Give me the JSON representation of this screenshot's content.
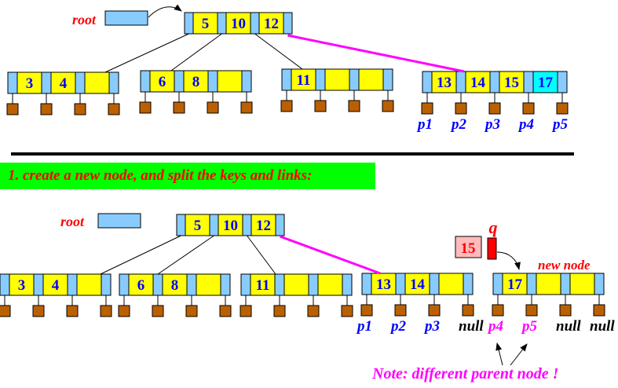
{
  "colors": {
    "pointer_slot": "#88ccff",
    "key_slot": "#ffff00",
    "highlight_key": "#00ffff",
    "child_box": "#bb6000",
    "parent_link": "#ff00ff",
    "label_red": "#ff0000",
    "label_blue": "#0000ff",
    "label_magenta": "#ff00ff",
    "banner_bg": "#00ff00",
    "promoted_key_bg": "#ffbbbb"
  },
  "before": {
    "root_label": "root",
    "root_node": {
      "keys": [
        "5",
        "10",
        "12"
      ]
    },
    "children": [
      {
        "keys": [
          "3",
          "4",
          ""
        ]
      },
      {
        "keys": [
          "6",
          "8",
          ""
        ]
      },
      {
        "keys": [
          "11",
          "",
          ""
        ]
      },
      {
        "keys": [
          "13",
          "14",
          "15",
          "17"
        ],
        "highlight_index": 3,
        "link_labels": [
          "p1",
          "p2",
          "p3",
          "p4",
          "p5"
        ]
      }
    ]
  },
  "banner": {
    "text": "1. create a new node, and split the keys and links:"
  },
  "after": {
    "root_label": "root",
    "root_node": {
      "keys": [
        "5",
        "10",
        "12"
      ]
    },
    "children": [
      {
        "keys": [
          "3",
          "4",
          ""
        ]
      },
      {
        "keys": [
          "6",
          "8",
          ""
        ]
      },
      {
        "keys": [
          "11",
          "",
          ""
        ]
      },
      {
        "keys": [
          "13",
          "14",
          ""
        ],
        "link_labels": [
          "p1",
          "p2",
          "p3",
          "null"
        ]
      }
    ],
    "promoted_key": "15",
    "q_label": "q",
    "new_node_label": "new node",
    "new_node": {
      "keys": [
        "17",
        "",
        ""
      ],
      "link_labels": [
        "p4",
        "p5",
        "null",
        "null"
      ]
    },
    "note": "Note: different parent node !"
  }
}
